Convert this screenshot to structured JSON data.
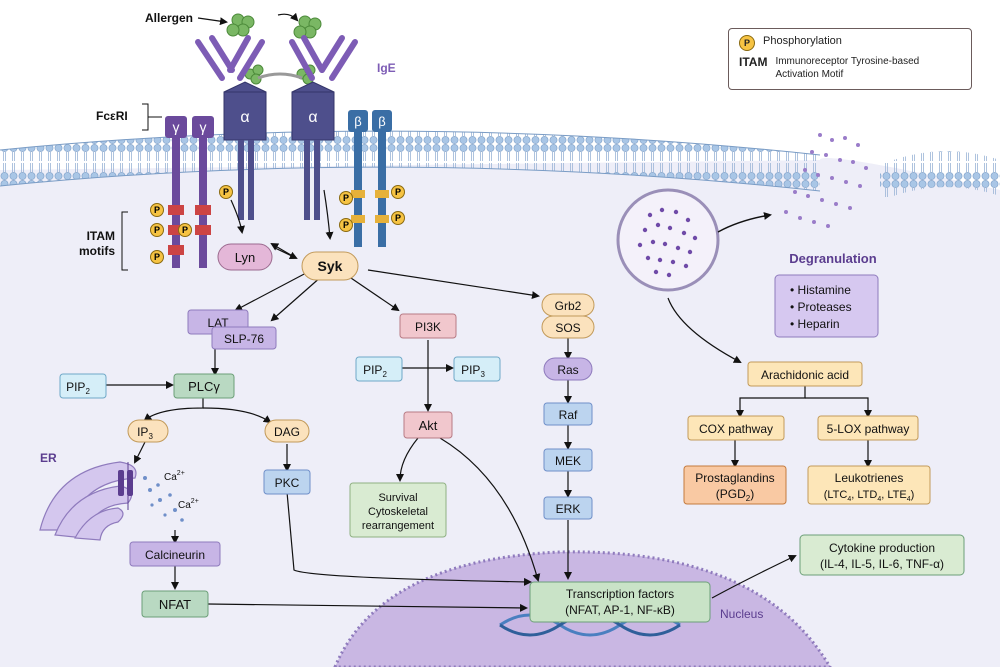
{
  "labels": {
    "allergen": "Allergen",
    "ige": "IgE",
    "fceri": "FcεRI",
    "alpha": "α",
    "beta": "β",
    "gamma": "γ",
    "itam_motifs_1": "ITAM",
    "itam_motifs_2": "motifs",
    "er": "ER",
    "ca": "Ca",
    "ca_sup": "2+",
    "nucleus": "Nucleus",
    "degranulation": "Degranulation",
    "p": "P"
  },
  "legend": {
    "phosphorylation": "Phosphorylation",
    "itam_abbr": "ITAM",
    "itam_full_1": "Immunoreceptor Tyrosine-based",
    "itam_full_2": "Activation Motif"
  },
  "nodes": {
    "lyn": "Lyn",
    "syk": "Syk",
    "lat": "LAT",
    "slp76": "SLP-76",
    "pi3k": "PI3K",
    "grb2": "Grb2",
    "sos": "SOS",
    "pip2_a": "PIP",
    "pip2_a_sub": "2",
    "plcg": "PLCγ",
    "pip2_b": "PIP",
    "pip2_b_sub": "2",
    "pip3": "PIP",
    "pip3_sub": "3",
    "ras": "Ras",
    "ip3": "IP",
    "ip3_sub": "3",
    "dag": "DAG",
    "akt": "Akt",
    "raf": "Raf",
    "mek": "MEK",
    "pkc": "PKC",
    "survival_1": "Survival",
    "survival_2": "Cytoskeletal",
    "survival_3": "rearrangement",
    "erk": "ERK",
    "calcineurin": "Calcineurin",
    "nfat": "NFAT",
    "tf_1": "Transcription factors",
    "tf_2": "(NFAT, AP-1, NF-κB)",
    "cytokine_1": "Cytokine production",
    "cytokine_2": "(IL-4, IL-5, IL-6, TNF-α)",
    "arachidonic": "Arachidonic acid",
    "cox": "COX pathway",
    "lox": "5-LOX pathway",
    "pg_1": "Prostaglandins",
    "pg_2a": "(PGD",
    "pg_2sub": "2",
    "pg_2b": ")",
    "lt_1": "Leukotrienes",
    "lt_2": "(LTC",
    "lt_s1": "4",
    "lt_3": ", LTD",
    "lt_s2": "4",
    "lt_4": ", LTE",
    "lt_s3": "4",
    "lt_5": ")"
  },
  "mediators": [
    "Histamine",
    "Proteases",
    "Heparin"
  ],
  "colors": {
    "purple": "#5b3d8f",
    "receptor_alpha": "#4e4f8c",
    "receptor_beta": "#3a6ea5",
    "phospho": "#f6c343",
    "green_granule": "#5aa04a"
  }
}
